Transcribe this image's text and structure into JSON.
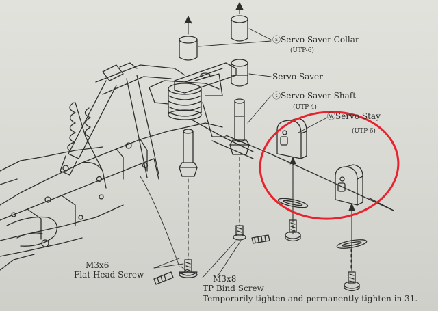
{
  "labels": {
    "servo_saver_collar": "ⓢServo Saver Collar",
    "servo_saver_collar_code": "(UTP-6)",
    "servo_saver": "Servo Saver",
    "servo_saver_shaft": "ⓣServo Saver Shaft",
    "servo_saver_shaft_code": "(UTP-4)",
    "servo_stay": "ⓦServo Stay",
    "servo_stay_code": "(UTP-6)",
    "m3x6": "M3x6",
    "flat_head_screw": "Flat Head Screw",
    "m3x8": "M3x8",
    "tp_bind_screw": "TP Bind Screw",
    "note": "Temporarily tighten and permanently tighten in 31."
  },
  "colors": {
    "ink": "#2a2a2a",
    "paper": "#dcdcd7",
    "highlight": "#e8232e"
  }
}
